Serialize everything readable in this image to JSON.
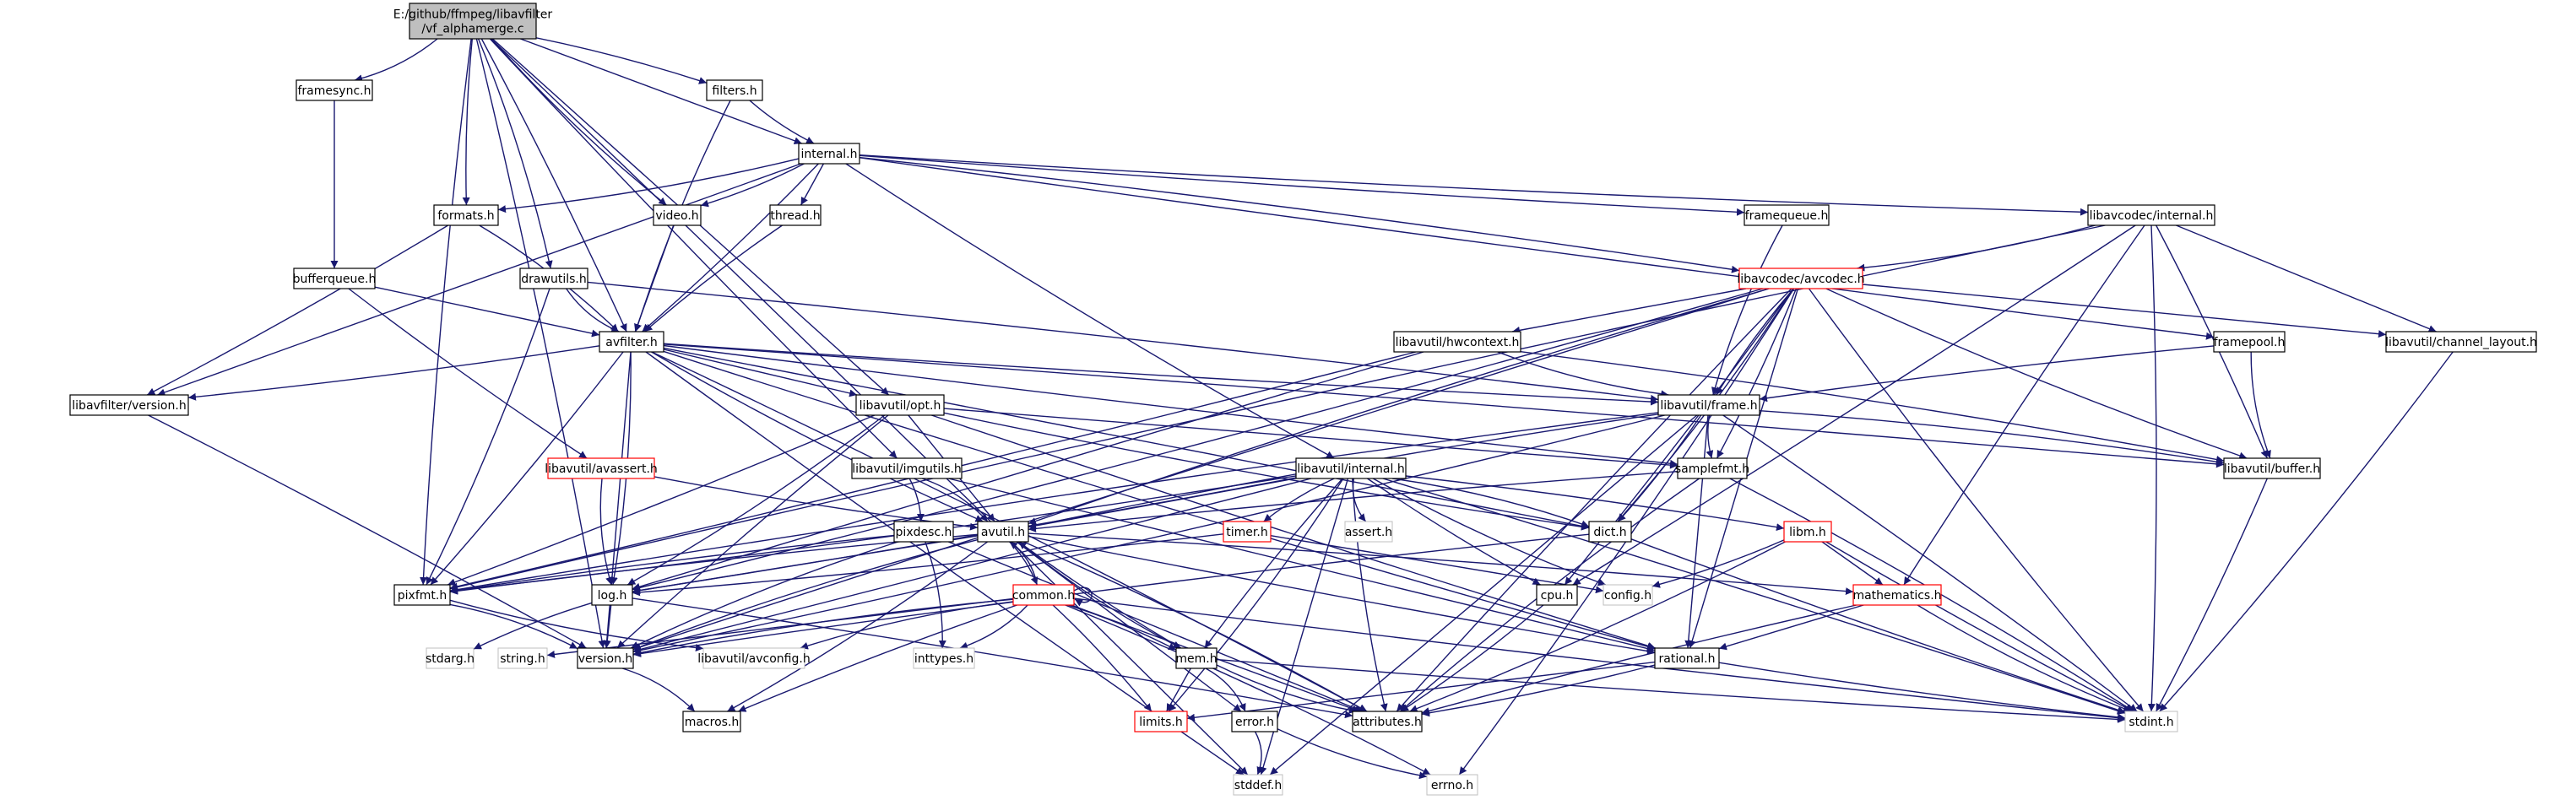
{
  "graph": {
    "colors": {
      "edge": "#191970",
      "root_fill": "#bfbfbf",
      "normal_border": "#000000",
      "truncated_border": "#ff0000",
      "missing_border": "#bfbfbf",
      "node_fill": "#ffffff"
    },
    "nodes": [
      {
        "id": "root",
        "lines": [
          "E:/github/ffmpeg/libavfilter",
          "/vf_alphamerge.c"
        ],
        "kind": "root"
      },
      {
        "id": "framesync",
        "lines": [
          "framesync.h"
        ],
        "kind": "normal"
      },
      {
        "id": "filters",
        "lines": [
          "filters.h"
        ],
        "kind": "normal"
      },
      {
        "id": "internal",
        "lines": [
          "internal.h"
        ],
        "kind": "normal"
      },
      {
        "id": "formats",
        "lines": [
          "formats.h"
        ],
        "kind": "normal"
      },
      {
        "id": "video",
        "lines": [
          "video.h"
        ],
        "kind": "normal"
      },
      {
        "id": "thread",
        "lines": [
          "thread.h"
        ],
        "kind": "normal"
      },
      {
        "id": "framequeue",
        "lines": [
          "framequeue.h"
        ],
        "kind": "normal"
      },
      {
        "id": "avcinternal",
        "lines": [
          "libavcodec/internal.h"
        ],
        "kind": "normal"
      },
      {
        "id": "bufferqueue",
        "lines": [
          "bufferqueue.h"
        ],
        "kind": "normal"
      },
      {
        "id": "drawutils",
        "lines": [
          "drawutils.h"
        ],
        "kind": "normal"
      },
      {
        "id": "avcodec",
        "lines": [
          "libavcodec/avcodec.h"
        ],
        "kind": "truncated"
      },
      {
        "id": "avfilter",
        "lines": [
          "avfilter.h"
        ],
        "kind": "normal"
      },
      {
        "id": "hwcontext",
        "lines": [
          "libavutil/hwcontext.h"
        ],
        "kind": "normal"
      },
      {
        "id": "framepool",
        "lines": [
          "framepool.h"
        ],
        "kind": "normal"
      },
      {
        "id": "channel_layout",
        "lines": [
          "libavutil/channel_layout.h"
        ],
        "kind": "normal"
      },
      {
        "id": "lfversion",
        "lines": [
          "libavfilter/version.h"
        ],
        "kind": "normal"
      },
      {
        "id": "opt",
        "lines": [
          "libavutil/opt.h"
        ],
        "kind": "normal"
      },
      {
        "id": "frame",
        "lines": [
          "libavutil/frame.h"
        ],
        "kind": "normal"
      },
      {
        "id": "avassert",
        "lines": [
          "libavutil/avassert.h"
        ],
        "kind": "truncated"
      },
      {
        "id": "imgutils",
        "lines": [
          "libavutil/imgutils.h"
        ],
        "kind": "normal"
      },
      {
        "id": "avuinternal",
        "lines": [
          "libavutil/internal.h"
        ],
        "kind": "normal"
      },
      {
        "id": "samplefmt",
        "lines": [
          "samplefmt.h"
        ],
        "kind": "normal"
      },
      {
        "id": "buffer",
        "lines": [
          "libavutil/buffer.h"
        ],
        "kind": "normal"
      },
      {
        "id": "pixdesc",
        "lines": [
          "pixdesc.h"
        ],
        "kind": "normal"
      },
      {
        "id": "avutil",
        "lines": [
          "avutil.h"
        ],
        "kind": "normal"
      },
      {
        "id": "timer",
        "lines": [
          "timer.h"
        ],
        "kind": "truncated"
      },
      {
        "id": "assert",
        "lines": [
          "assert.h"
        ],
        "kind": "missing"
      },
      {
        "id": "dict",
        "lines": [
          "dict.h"
        ],
        "kind": "normal"
      },
      {
        "id": "libm",
        "lines": [
          "libm.h"
        ],
        "kind": "truncated"
      },
      {
        "id": "pixfmt",
        "lines": [
          "pixfmt.h"
        ],
        "kind": "normal"
      },
      {
        "id": "log",
        "lines": [
          "log.h"
        ],
        "kind": "normal"
      },
      {
        "id": "common",
        "lines": [
          "common.h"
        ],
        "kind": "truncated"
      },
      {
        "id": "cpu",
        "lines": [
          "cpu.h"
        ],
        "kind": "normal"
      },
      {
        "id": "config",
        "lines": [
          "config.h"
        ],
        "kind": "missing"
      },
      {
        "id": "mathematics",
        "lines": [
          "mathematics.h"
        ],
        "kind": "truncated"
      },
      {
        "id": "stdarg",
        "lines": [
          "stdarg.h"
        ],
        "kind": "missing"
      },
      {
        "id": "string",
        "lines": [
          "string.h"
        ],
        "kind": "missing"
      },
      {
        "id": "version",
        "lines": [
          "version.h"
        ],
        "kind": "normal"
      },
      {
        "id": "avconfig",
        "lines": [
          "libavutil/avconfig.h"
        ],
        "kind": "missing"
      },
      {
        "id": "inttypes",
        "lines": [
          "inttypes.h"
        ],
        "kind": "missing"
      },
      {
        "id": "rational",
        "lines": [
          "rational.h"
        ],
        "kind": "normal"
      },
      {
        "id": "mem",
        "lines": [
          "mem.h"
        ],
        "kind": "normal"
      },
      {
        "id": "macros",
        "lines": [
          "macros.h"
        ],
        "kind": "normal"
      },
      {
        "id": "limits",
        "lines": [
          "limits.h"
        ],
        "kind": "truncated"
      },
      {
        "id": "error",
        "lines": [
          "error.h"
        ],
        "kind": "normal"
      },
      {
        "id": "attributes",
        "lines": [
          "attributes.h"
        ],
        "kind": "normal"
      },
      {
        "id": "stdint",
        "lines": [
          "stdint.h"
        ],
        "kind": "missing"
      },
      {
        "id": "stddef",
        "lines": [
          "stddef.h"
        ],
        "kind": "missing"
      },
      {
        "id": "errno",
        "lines": [
          "errno.h"
        ],
        "kind": "missing"
      }
    ],
    "edges": [
      [
        "root",
        "framesync"
      ],
      [
        "root",
        "filters"
      ],
      [
        "root",
        "internal"
      ],
      [
        "root",
        "formats"
      ],
      [
        "root",
        "video"
      ],
      [
        "root",
        "drawutils"
      ],
      [
        "root",
        "avfilter"
      ],
      [
        "root",
        "opt"
      ],
      [
        "root",
        "imgutils"
      ],
      [
        "root",
        "pixfmt"
      ],
      [
        "root",
        "version"
      ],
      [
        "root",
        "stddef"
      ],
      [
        "framesync",
        "bufferqueue"
      ],
      [
        "filters",
        "internal"
      ],
      [
        "filters",
        "avfilter"
      ],
      [
        "internal",
        "formats"
      ],
      [
        "internal",
        "video"
      ],
      [
        "internal",
        "thread"
      ],
      [
        "internal",
        "framequeue"
      ],
      [
        "internal",
        "avcinternal"
      ],
      [
        "internal",
        "avcodec"
      ],
      [
        "internal",
        "avfilter"
      ],
      [
        "internal",
        "lfversion"
      ],
      [
        "internal",
        "framepool"
      ],
      [
        "internal",
        "avuinternal"
      ],
      [
        "formats",
        "avfilter"
      ],
      [
        "formats",
        "lfversion"
      ],
      [
        "video",
        "avfilter"
      ],
      [
        "thread",
        "avfilter"
      ],
      [
        "framequeue",
        "frame"
      ],
      [
        "avcinternal",
        "avcodec"
      ],
      [
        "avcinternal",
        "buffer"
      ],
      [
        "avcinternal",
        "channel_layout"
      ],
      [
        "avcinternal",
        "mathematics"
      ],
      [
        "avcinternal",
        "pixfmt"
      ],
      [
        "avcinternal",
        "stdint"
      ],
      [
        "avcinternal",
        "cpu"
      ],
      [
        "bufferqueue",
        "avfilter"
      ],
      [
        "bufferqueue",
        "avassert"
      ],
      [
        "drawutils",
        "avfilter"
      ],
      [
        "drawutils",
        "pixfmt"
      ],
      [
        "drawutils",
        "frame"
      ],
      [
        "avcodec",
        "hwcontext"
      ],
      [
        "avcodec",
        "frame"
      ],
      [
        "avcodec",
        "buffer"
      ],
      [
        "avcodec",
        "dict"
      ],
      [
        "avcodec",
        "samplefmt"
      ],
      [
        "avcodec",
        "rational"
      ],
      [
        "avcodec",
        "attributes"
      ],
      [
        "avcodec",
        "avutil"
      ],
      [
        "avcodec",
        "log"
      ],
      [
        "avcodec",
        "cpu"
      ],
      [
        "avcodec",
        "channel_layout"
      ],
      [
        "avcodec",
        "version"
      ],
      [
        "avcodec",
        "stdint"
      ],
      [
        "avcodec",
        "errno"
      ],
      [
        "avfilter",
        "lfversion"
      ],
      [
        "avfilter",
        "opt"
      ],
      [
        "avfilter",
        "frame"
      ],
      [
        "avfilter",
        "avutil"
      ],
      [
        "avfilter",
        "log"
      ],
      [
        "avfilter",
        "pixfmt"
      ],
      [
        "avfilter",
        "dict"
      ],
      [
        "avfilter",
        "samplefmt"
      ],
      [
        "avfilter",
        "rational"
      ],
      [
        "avfilter",
        "attributes"
      ],
      [
        "avfilter",
        "buffer"
      ],
      [
        "avfilter",
        "version"
      ],
      [
        "avfilter",
        "stddef"
      ],
      [
        "hwcontext",
        "frame"
      ],
      [
        "hwcontext",
        "buffer"
      ],
      [
        "hwcontext",
        "pixfmt"
      ],
      [
        "hwcontext",
        "log"
      ],
      [
        "framepool",
        "frame"
      ],
      [
        "framepool",
        "buffer"
      ],
      [
        "channel_layout",
        "stdint"
      ],
      [
        "lfversion",
        "version"
      ],
      [
        "opt",
        "avutil"
      ],
      [
        "opt",
        "rational"
      ],
      [
        "opt",
        "dict"
      ],
      [
        "opt",
        "log"
      ],
      [
        "opt",
        "pixfmt"
      ],
      [
        "opt",
        "samplefmt"
      ],
      [
        "opt",
        "version"
      ],
      [
        "frame",
        "avutil"
      ],
      [
        "frame",
        "buffer"
      ],
      [
        "frame",
        "dict"
      ],
      [
        "frame",
        "rational"
      ],
      [
        "frame",
        "samplefmt"
      ],
      [
        "frame",
        "pixfmt"
      ],
      [
        "frame",
        "version"
      ],
      [
        "frame",
        "stdint"
      ],
      [
        "frame",
        "stddef"
      ],
      [
        "avassert",
        "avutil"
      ],
      [
        "avassert",
        "log"
      ],
      [
        "imgutils",
        "avutil"
      ],
      [
        "imgutils",
        "pixdesc"
      ],
      [
        "imgutils",
        "rational"
      ],
      [
        "avuinternal",
        "timer"
      ],
      [
        "avuinternal",
        "assert"
      ],
      [
        "avuinternal",
        "dict"
      ],
      [
        "avuinternal",
        "libm"
      ],
      [
        "avuinternal",
        "avutil"
      ],
      [
        "avuinternal",
        "cpu"
      ],
      [
        "avuinternal",
        "config"
      ],
      [
        "avuinternal",
        "pixfmt"
      ],
      [
        "avuinternal",
        "log"
      ],
      [
        "avuinternal",
        "version"
      ],
      [
        "avuinternal",
        "mem"
      ],
      [
        "avuinternal",
        "attributes"
      ],
      [
        "avuinternal",
        "limits"
      ],
      [
        "avuinternal",
        "stdint"
      ],
      [
        "avuinternal",
        "stddef"
      ],
      [
        "samplefmt",
        "avutil"
      ],
      [
        "samplefmt",
        "attributes"
      ],
      [
        "samplefmt",
        "stdint"
      ],
      [
        "buffer",
        "stdint"
      ],
      [
        "pixdesc",
        "attributes"
      ],
      [
        "pixdesc",
        "pixfmt"
      ],
      [
        "pixdesc",
        "version"
      ],
      [
        "pixdesc",
        "inttypes"
      ],
      [
        "avutil",
        "common"
      ],
      [
        "avutil",
        "error"
      ],
      [
        "avutil",
        "rational"
      ],
      [
        "avutil",
        "version"
      ],
      [
        "avutil",
        "macros"
      ],
      [
        "avutil",
        "mathematics"
      ],
      [
        "avutil",
        "log"
      ],
      [
        "avutil",
        "pixfmt"
      ],
      [
        "avutil",
        "mem"
      ],
      [
        "avutil",
        "attributes"
      ],
      [
        "timer",
        "log"
      ],
      [
        "timer",
        "config"
      ],
      [
        "dict",
        "stdint"
      ],
      [
        "dict",
        "version"
      ],
      [
        "libm",
        "attributes"
      ],
      [
        "libm",
        "config"
      ],
      [
        "libm",
        "mathematics"
      ],
      [
        "libm",
        "stdint"
      ],
      [
        "pixfmt",
        "avconfig"
      ],
      [
        "pixfmt",
        "version"
      ],
      [
        "log",
        "attributes"
      ],
      [
        "log",
        "version"
      ],
      [
        "log",
        "stdarg"
      ],
      [
        "common",
        "avutil"
      ],
      [
        "common",
        "common"
      ],
      [
        "common",
        "mem"
      ],
      [
        "common",
        "attributes"
      ],
      [
        "common",
        "macros"
      ],
      [
        "common",
        "version"
      ],
      [
        "common",
        "inttypes"
      ],
      [
        "common",
        "limits"
      ],
      [
        "common",
        "string"
      ],
      [
        "common",
        "stdint"
      ],
      [
        "common",
        "avconfig"
      ],
      [
        "common",
        "errno"
      ],
      [
        "cpu",
        "attributes"
      ],
      [
        "mathematics",
        "rational"
      ],
      [
        "mathematics",
        "attributes"
      ],
      [
        "mathematics",
        "stdint"
      ],
      [
        "version",
        "macros"
      ],
      [
        "rational",
        "attributes"
      ],
      [
        "rational",
        "limits"
      ],
      [
        "rational",
        "stdint"
      ],
      [
        "mem",
        "attributes"
      ],
      [
        "mem",
        "error"
      ],
      [
        "mem",
        "avutil"
      ],
      [
        "mem",
        "limits"
      ],
      [
        "mem",
        "stdint"
      ],
      [
        "error",
        "errno"
      ],
      [
        "error",
        "stddef"
      ]
    ]
  }
}
